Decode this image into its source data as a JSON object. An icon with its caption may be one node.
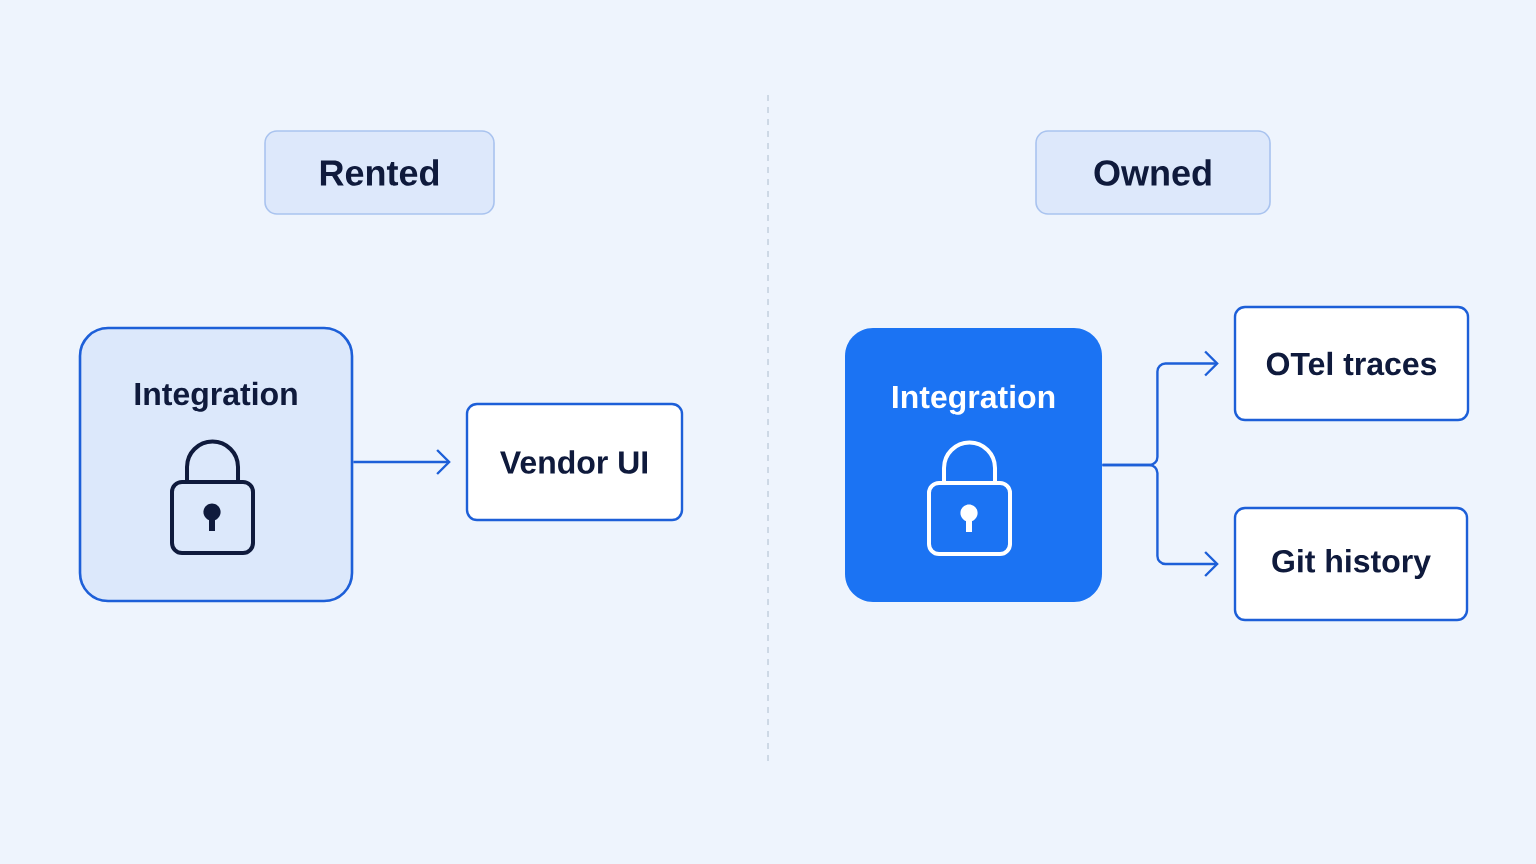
{
  "diagram": {
    "nodes": [
      {
        "text": [
          "Rented"
        ]
      },
      {
        "text": [
          "Integration"
        ]
      },
      {
        "text": [
          "Vendor UI"
        ]
      },
      {
        "text": [
          "Owned"
        ]
      },
      {
        "text": [
          "Integration"
        ]
      },
      {
        "text": [
          "OTel traces"
        ]
      },
      {
        "text": [
          "Git history"
        ]
      }
    ],
    "edges": [
      {
        "from": 1,
        "to": 2,
        "arrow": "to"
      },
      {
        "from": 4,
        "to": 5,
        "arrow": "to"
      },
      {
        "from": 4,
        "to": 6,
        "arrow": "to"
      }
    ]
  }
}
